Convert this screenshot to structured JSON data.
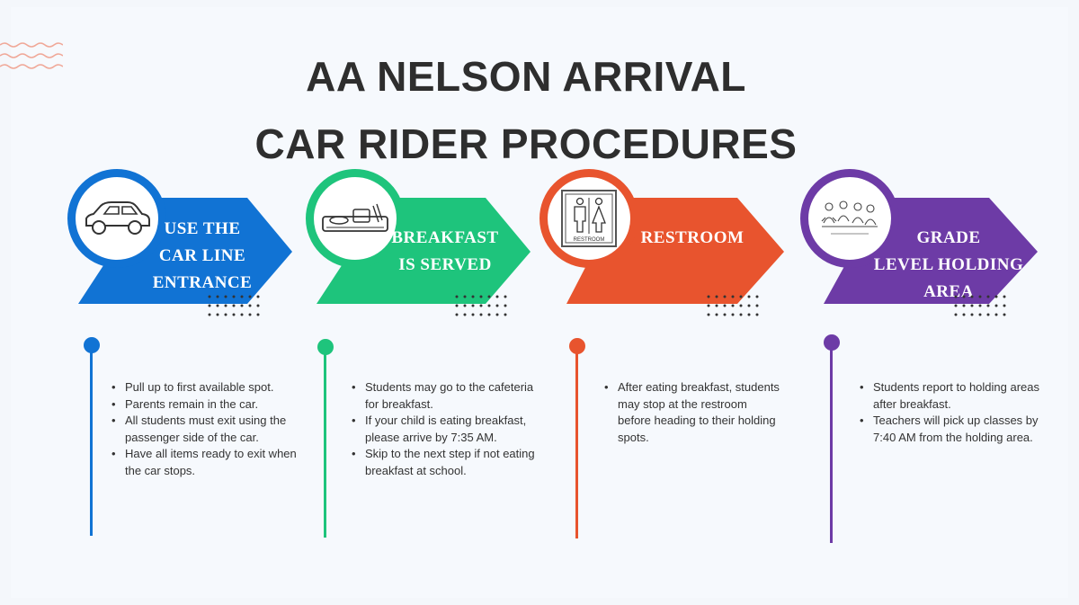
{
  "title": {
    "line1": "AA NELSON ARRIVAL",
    "line2": "CAR RIDER PROCEDURES"
  },
  "colors": {
    "blue": "#1173d4",
    "green": "#1ec47c",
    "orange": "#e8542e",
    "purple": "#6d3ba6",
    "title": "#2e2e2e",
    "wave": "#f0a898"
  },
  "steps": [
    {
      "label_lines": [
        "USE THE",
        "CAR LINE",
        "ENTRANCE"
      ],
      "icon": "car-icon",
      "notes": [
        "Pull up to first available spot.",
        "Parents remain in the car.",
        "All students must exit using the passenger side of the car.",
        "Have all items ready to exit when the car stops."
      ]
    },
    {
      "label_lines": [
        "BREAKFAST",
        "IS SERVED"
      ],
      "icon": "breakfast-tray-icon",
      "notes": [
        "Students may go to the cafeteria for breakfast.",
        "If your child is eating breakfast, please arrive by 7:35 AM.",
        "Skip to the next step if not eating breakfast at school."
      ]
    },
    {
      "label_lines": [
        "RESTROOM"
      ],
      "icon": "restroom-sign-icon",
      "icon_text": "RESTROOM",
      "notes": [
        "After eating breakfast, students may stop at the restroom before heading to their holding spots."
      ]
    },
    {
      "label_lines": [
        "GRADE",
        "LEVEL HOLDING",
        "AREA"
      ],
      "icon": "students-group-icon",
      "notes": [
        "Students report to holding areas after breakfast.",
        "Teachers will pick up classes by 7:40 AM from the holding area."
      ]
    }
  ]
}
